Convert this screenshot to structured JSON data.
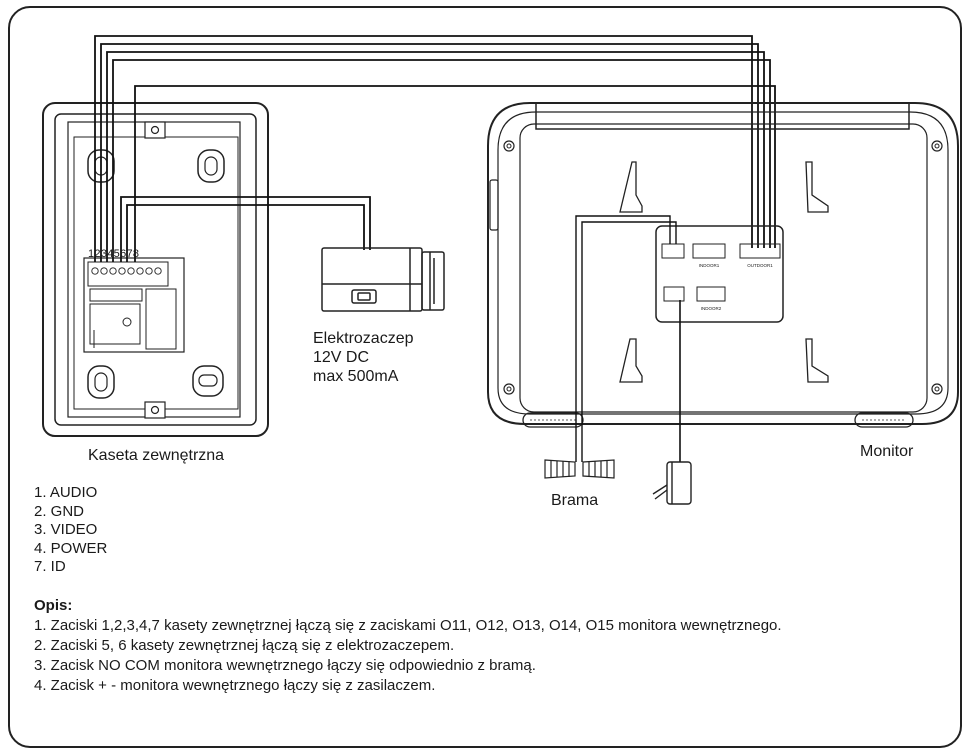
{
  "labels": {
    "outdoor_unit": "Kaseta zewnętrzna",
    "monitor": "Monitor",
    "gate": "Brama",
    "lock_lines": [
      "Elektrozaczep",
      "12V DC",
      "max 500mA"
    ],
    "terminal_numbers": "12345678",
    "monitor_ports": {
      "indoor1": "INDOOR1",
      "indoor2": "INDOOR2",
      "outdoor1": "OUTDOOR1"
    }
  },
  "legend": [
    "1. AUDIO",
    "2. GND",
    "3. VIDEO",
    "4. POWER",
    "7. ID"
  ],
  "notes": {
    "title": "Opis:",
    "items": [
      "1. Zaciski 1,2,3,4,7 kasety zewnętrznej łączą się z zaciskami O11, O12, O13, O14, O15 monitora wewnętrznego.",
      "2. Zaciski 5, 6 kasety zewnętrznej łączą się z elektrozaczepem.",
      "3. Zacisk NO COM monitora wewnętrznego łączy się odpowiednio z bramą.",
      "4. Zacisk + - monitora wewnętrznego łączy się z zasilaczem."
    ]
  }
}
